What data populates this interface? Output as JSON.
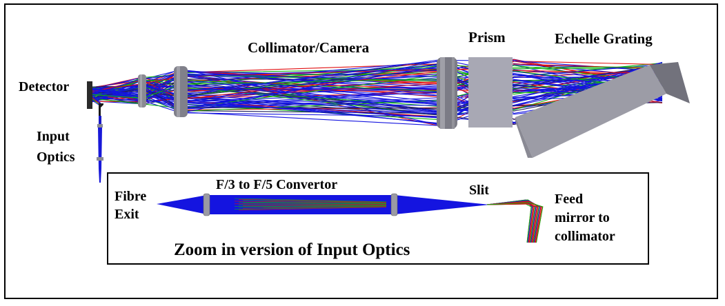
{
  "labels": {
    "collimator_camera": "Collimator/Camera",
    "prism": "Prism",
    "echelle_grating": "Echelle Grating",
    "detector": "Detector",
    "input_optics": "Input\nOptics",
    "fibre_exit": "Fibre\nExit",
    "convertor": "F/3 to F/5 Convertor",
    "slit": "Slit",
    "feed_mirror": "Feed\nmirror to\ncollimator",
    "zoom_caption": "Zoom in version of Input Optics"
  },
  "colors": {
    "ray_blue": "#1414e0",
    "ray_red": "#e01010",
    "ray_green": "#10b010",
    "ray_dark": "#202060",
    "lens": "#888890",
    "prism": "#a8a8b4",
    "grating_face": "#9c9ca6",
    "grating_top": "#c4c4cc",
    "grating_side": "#707078"
  }
}
